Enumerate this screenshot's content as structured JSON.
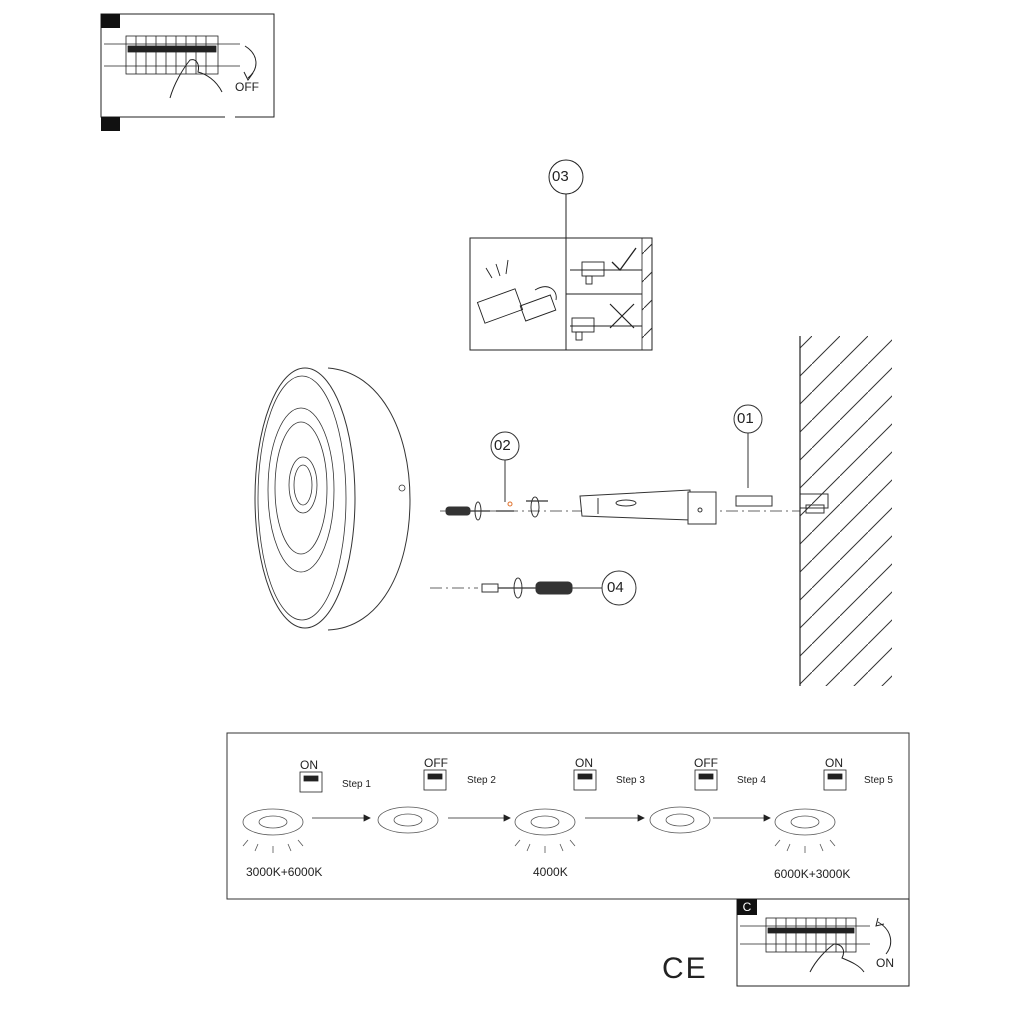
{
  "panel_a": {
    "direction_label": "OFF"
  },
  "parts": {
    "p01": "01",
    "p02": "02",
    "p03": "03",
    "p04": "04"
  },
  "steps": [
    {
      "switch_label": "ON",
      "step_label": "Step 1"
    },
    {
      "switch_label": "OFF",
      "step_label": "Step 2"
    },
    {
      "switch_label": "ON",
      "step_label": "Step 3"
    },
    {
      "switch_label": "OFF",
      "step_label": "Step 4"
    },
    {
      "switch_label": "ON",
      "step_label": "Step 5"
    }
  ],
  "color_temps": {
    "t1": "3000K+6000K",
    "t3": "4000K",
    "t5": "6000K+3000K"
  },
  "panel_c": {
    "badge": "C",
    "direction_label": "ON"
  },
  "mark": "CE"
}
